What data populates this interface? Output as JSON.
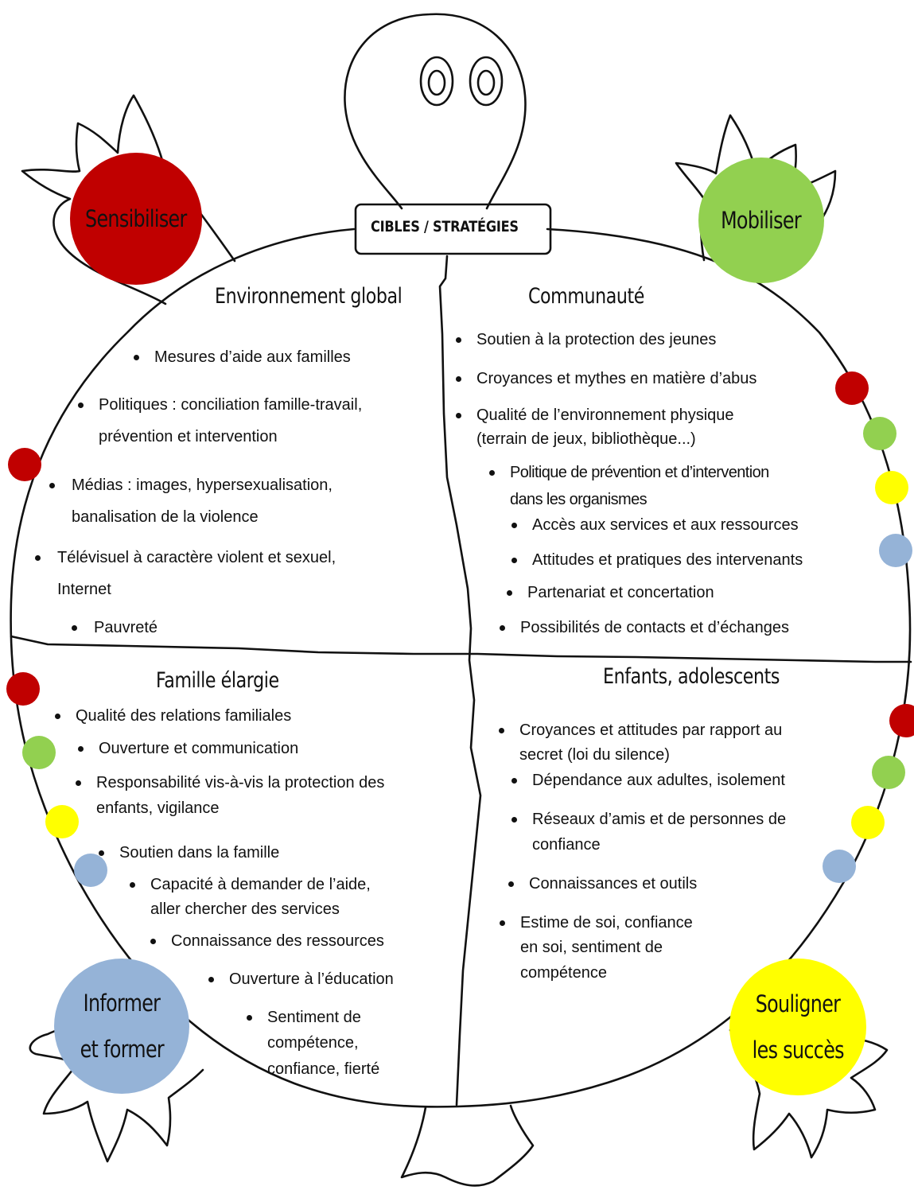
{
  "header_label": "CIBLES / STRATÉGIES",
  "strategies": {
    "sensibiliser": {
      "label": "Sensibiliser",
      "color": "#c00000"
    },
    "mobiliser": {
      "label": "Mobiliser",
      "color": "#92d050"
    },
    "informer": {
      "line1": "Informer",
      "line2": "et former",
      "color": "#95b3d7"
    },
    "souligner": {
      "line1": "Souligner",
      "line2": "les succès",
      "color": "#ffff00"
    }
  },
  "quadrants": {
    "environnement": {
      "title": "Environnement global",
      "items": [
        "Mesures d’aide aux familles",
        "Politiques : conciliation famille-travail,",
        "prévention et intervention",
        "Médias : images, hypersexualisation,",
        "banalisation de la violence",
        "Télévisuel à caractère violent et sexuel,",
        "Internet",
        "Pauvreté"
      ]
    },
    "communaute": {
      "title": "Communauté",
      "items": [
        "Soutien à la protection des jeunes",
        "Croyances et mythes en matière d’abus",
        "Qualité de l’environnement physique",
        "(terrain de jeux, bibliothèque...)",
        "Politique de prévention et d’intervention",
        "dans les organismes",
        "Accès aux services et aux ressources",
        "Attitudes et pratiques des intervenants",
        "Partenariat et concertation",
        "Possibilités de contacts et d’échanges"
      ]
    },
    "famille": {
      "title": "Famille élargie",
      "items": [
        "Qualité des relations familiales",
        "Ouverture et communication",
        "Responsabilité vis-à-vis la protection des",
        "enfants, vigilance",
        "Soutien dans la famille",
        "Capacité à demander de l’aide,",
        "aller chercher des services",
        "Connaissance des ressources",
        "Ouverture à l’éducation",
        "Sentiment de",
        "compétence,",
        "confiance, fierté"
      ]
    },
    "enfants": {
      "title": "Enfants, adolescents",
      "items": [
        "Croyances et attitudes par rapport au",
        "secret (loi du silence)",
        "Dépendance aux adultes, isolement",
        "Réseaux d’amis et de personnes de",
        "confiance",
        "Connaissances et outils",
        "Estime de soi, confiance",
        "en soi, sentiment de",
        "compétence"
      ]
    }
  }
}
